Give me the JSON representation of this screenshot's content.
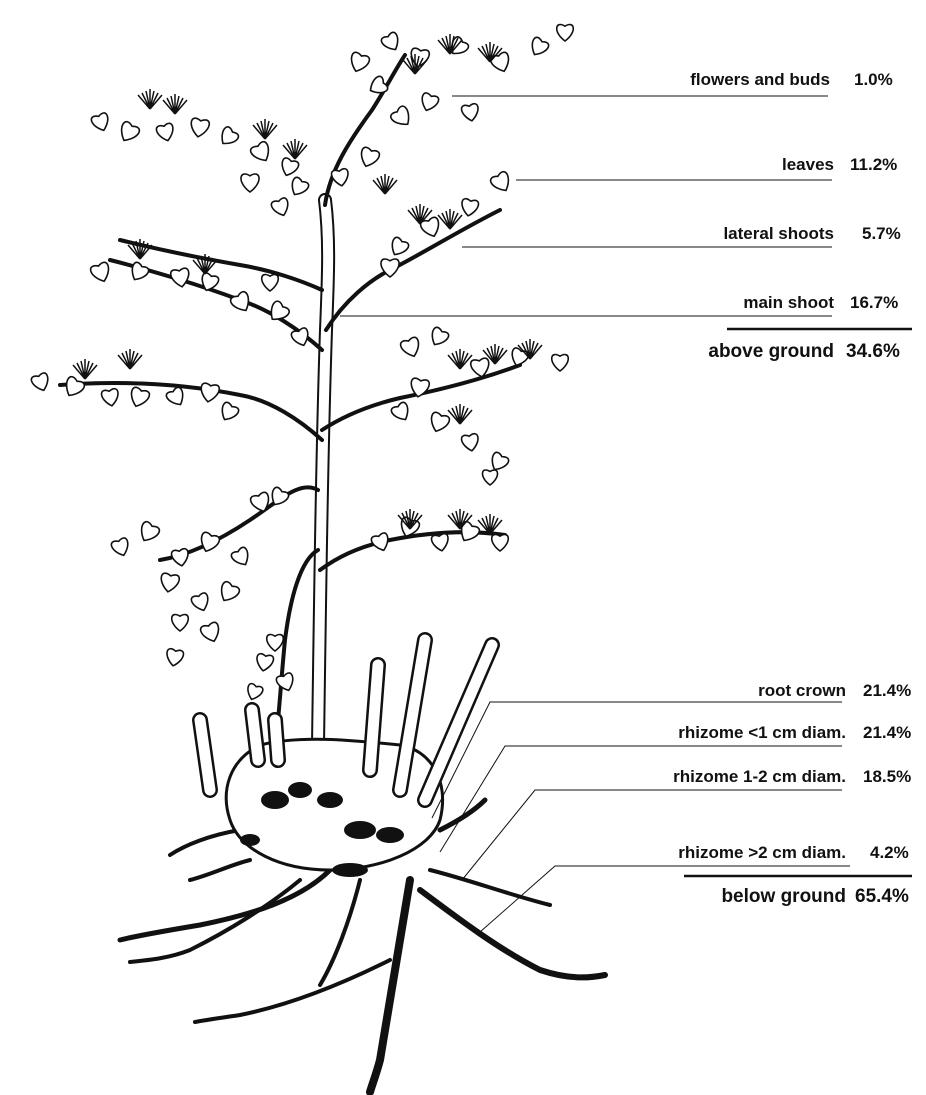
{
  "colors": {
    "ink": "#111111",
    "paper": "#ffffff"
  },
  "above": [
    {
      "name": "flowers and buds",
      "value": "1.0%"
    },
    {
      "name": "leaves",
      "value": "11.2%"
    },
    {
      "name": "lateral shoots",
      "value": "5.7%"
    },
    {
      "name": "main shoot",
      "value": "16.7%"
    }
  ],
  "above_total": {
    "name": "above ground",
    "value": "34.6%"
  },
  "below": [
    {
      "name": "root crown",
      "value": "21.4%"
    },
    {
      "name": "rhizome <1 cm diam.",
      "value": "21.4%"
    },
    {
      "name": "rhizome 1-2 cm diam.",
      "value": "18.5%"
    },
    {
      "name": "rhizome >2 cm diam.",
      "value": "4.2%"
    }
  ],
  "below_total": {
    "name": "below ground",
    "value": "65.4%"
  }
}
